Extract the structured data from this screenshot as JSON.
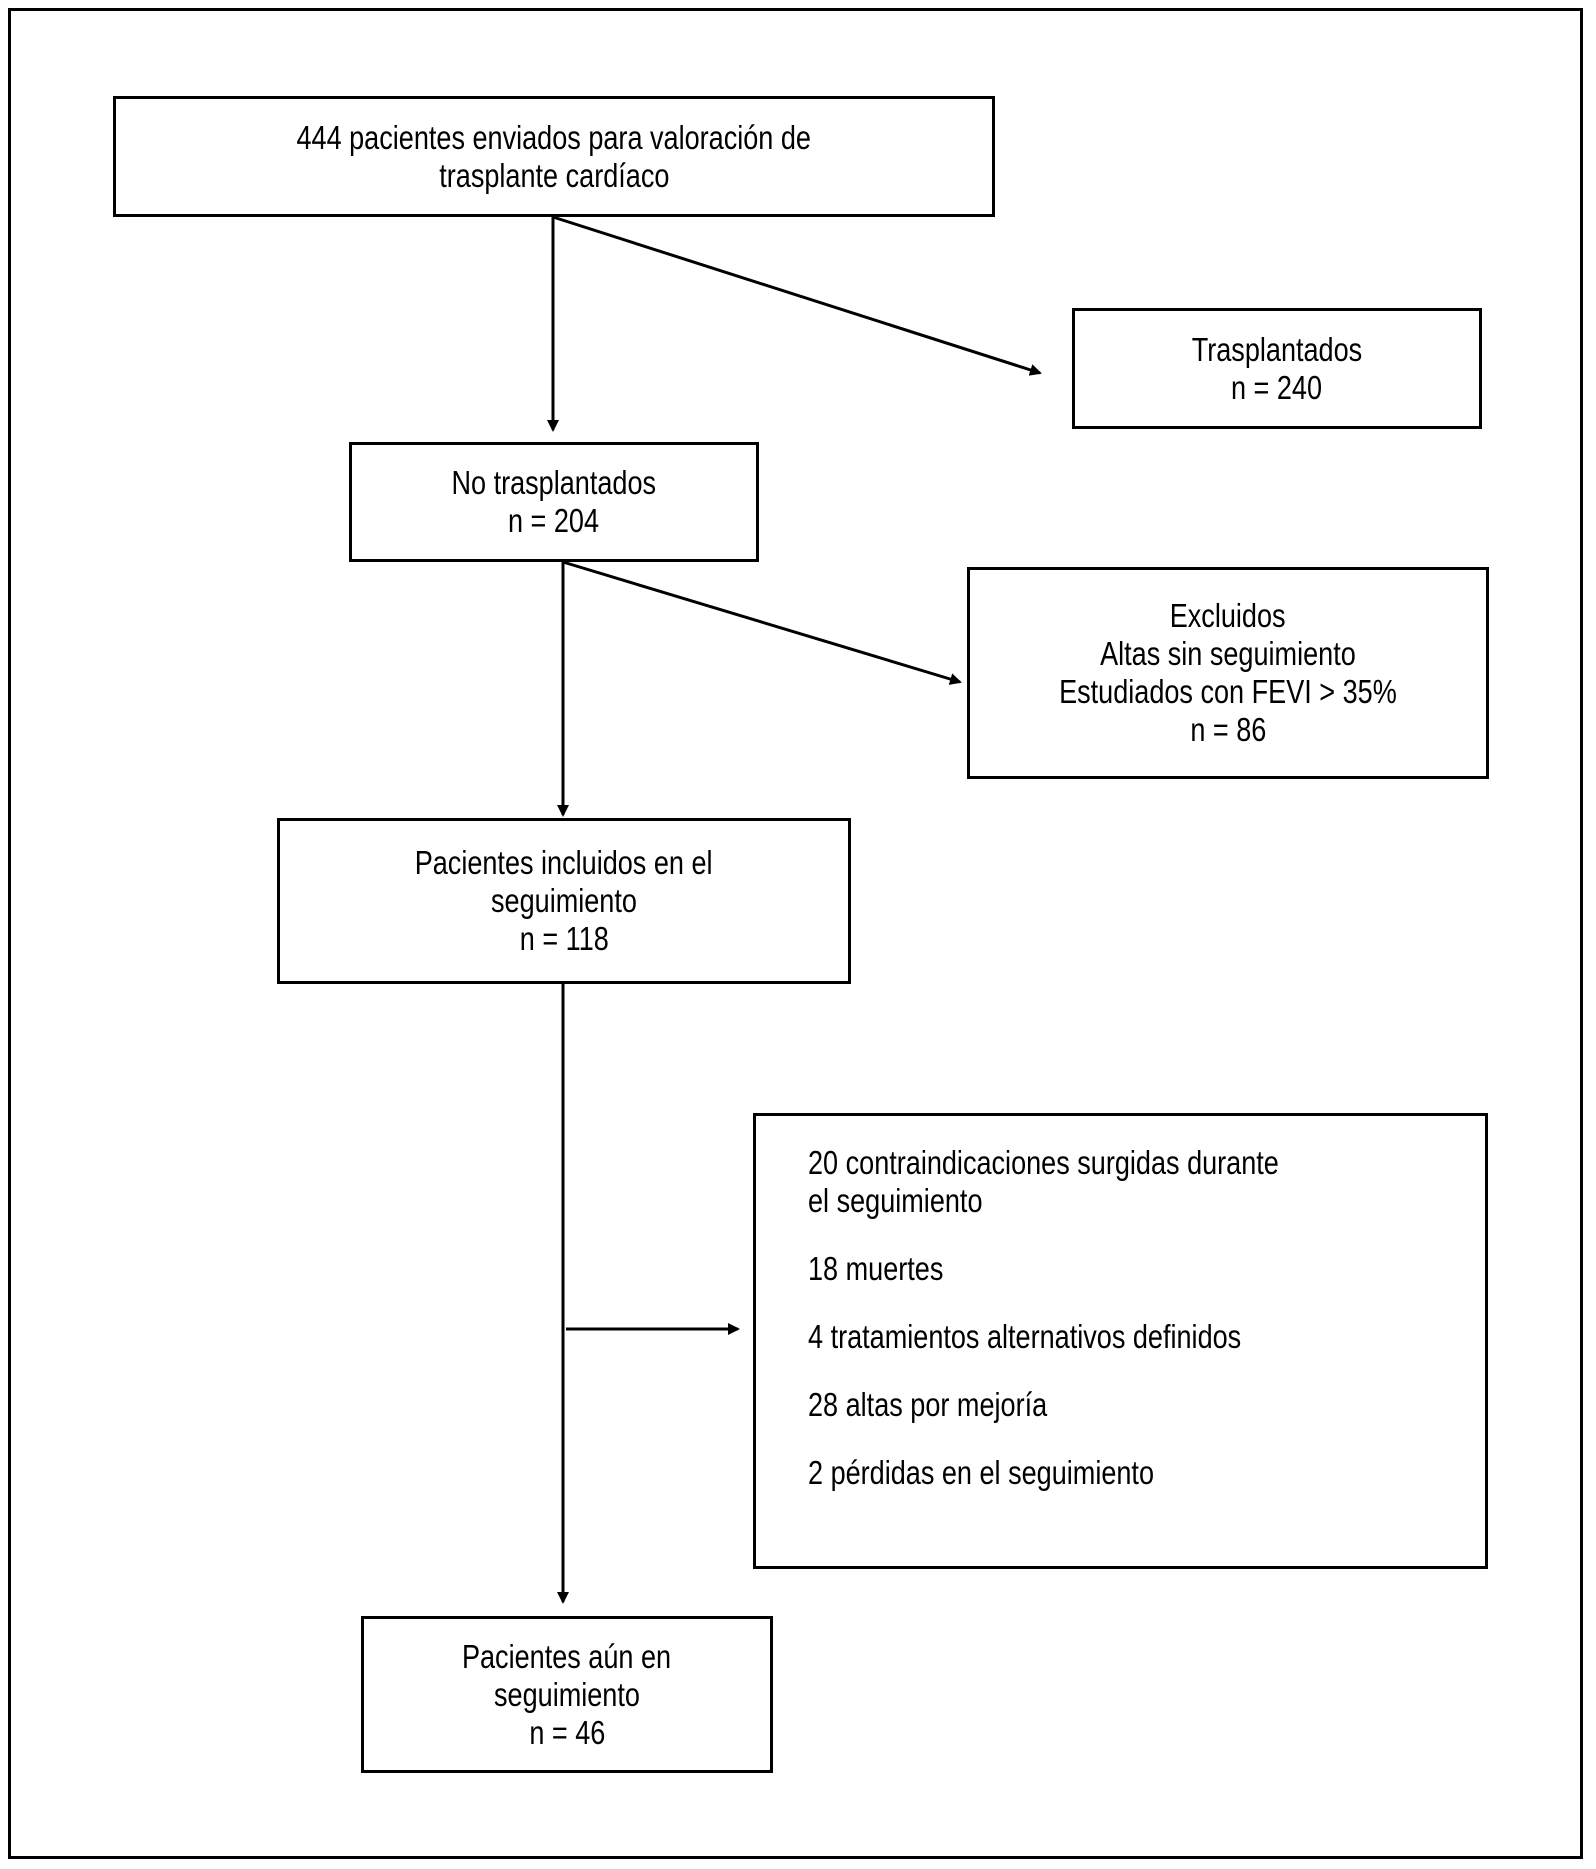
{
  "nodes": {
    "referred": {
      "lines": [
        "444 pacientes enviados para valoración de",
        "trasplante cardíaco"
      ]
    },
    "transplanted": {
      "lines": [
        "Trasplantados",
        "n = 240"
      ]
    },
    "not_transplanted": {
      "lines": [
        "No trasplantados",
        "n = 204"
      ]
    },
    "excluded": {
      "lines": [
        "Excluidos",
        "Altas sin seguimiento",
        "Estudiados con FEVI > 35%",
        "n = 86"
      ]
    },
    "included": {
      "lines": [
        "Pacientes incluidos en el",
        "seguimiento",
        "n = 118"
      ]
    },
    "outcomes": {
      "items": [
        [
          "20 contraindicaciones surgidas durante",
          "el seguimiento"
        ],
        [
          "18 muertes"
        ],
        [
          "4 tratamientos alternativos definidos"
        ],
        [
          "28 altas por mejoría"
        ],
        [
          "2 pérdidas en el seguimiento"
        ]
      ]
    },
    "still_followed": {
      "lines": [
        "Pacientes aún en",
        "seguimiento",
        "n = 46"
      ]
    }
  },
  "edges": [
    {
      "from": "referred",
      "to": "not_transplanted"
    },
    {
      "from": "referred",
      "to": "transplanted"
    },
    {
      "from": "not_transplanted",
      "to": "included"
    },
    {
      "from": "not_transplanted",
      "to": "excluded"
    },
    {
      "from": "included",
      "to": "still_followed"
    },
    {
      "from": "included",
      "to": "outcomes"
    }
  ]
}
